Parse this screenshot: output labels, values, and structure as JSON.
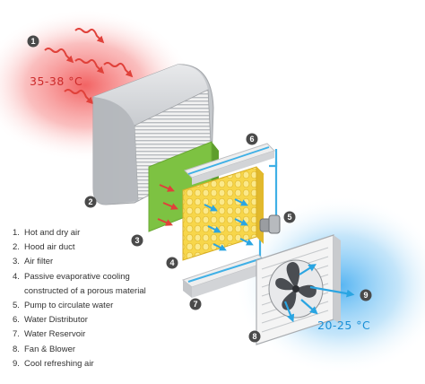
{
  "temperatures": {
    "hot": "35-38 °C",
    "cool": "20-25 °C"
  },
  "badges": [
    "1",
    "2",
    "3",
    "4",
    "5",
    "6",
    "7",
    "8",
    "9"
  ],
  "legend": [
    {
      "num": "1.",
      "text": "Hot and dry air"
    },
    {
      "num": "2.",
      "text": "Hood air duct"
    },
    {
      "num": "3.",
      "text": "Air filter"
    },
    {
      "num": "4.",
      "text": "Passive evaporative cooling constructed of a porous material"
    },
    {
      "num": "5.",
      "text": "Pump to circulate water"
    },
    {
      "num": "6.",
      "text": "Water Distributor"
    },
    {
      "num": "7.",
      "text": "Water Reservoir"
    },
    {
      "num": "8.",
      "text": "Fan & Blower"
    },
    {
      "num": "9.",
      "text": "Cool refreshing air"
    }
  ],
  "colors": {
    "hot_glow": "#f04848",
    "cool_glow": "#3aa8f0",
    "hot_arrow": "#e0413a",
    "cool_arrow": "#2aa5e2",
    "filter_green": "#7dc242",
    "pad_yellow": "#f5d84a",
    "badge": "#4a4a4a",
    "water_line": "#3fb0e6"
  }
}
